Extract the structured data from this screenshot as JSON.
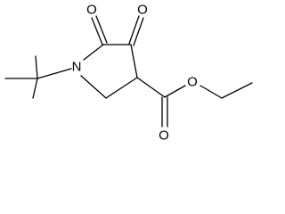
{
  "structure": {
    "atoms": {
      "ring_nitrogen": "N",
      "ketone_oxygen_5": "O",
      "ketone_oxygen_4": "O",
      "ester_ether_oxygen": "O",
      "ester_carbonyl_oxygen": "O"
    }
  }
}
